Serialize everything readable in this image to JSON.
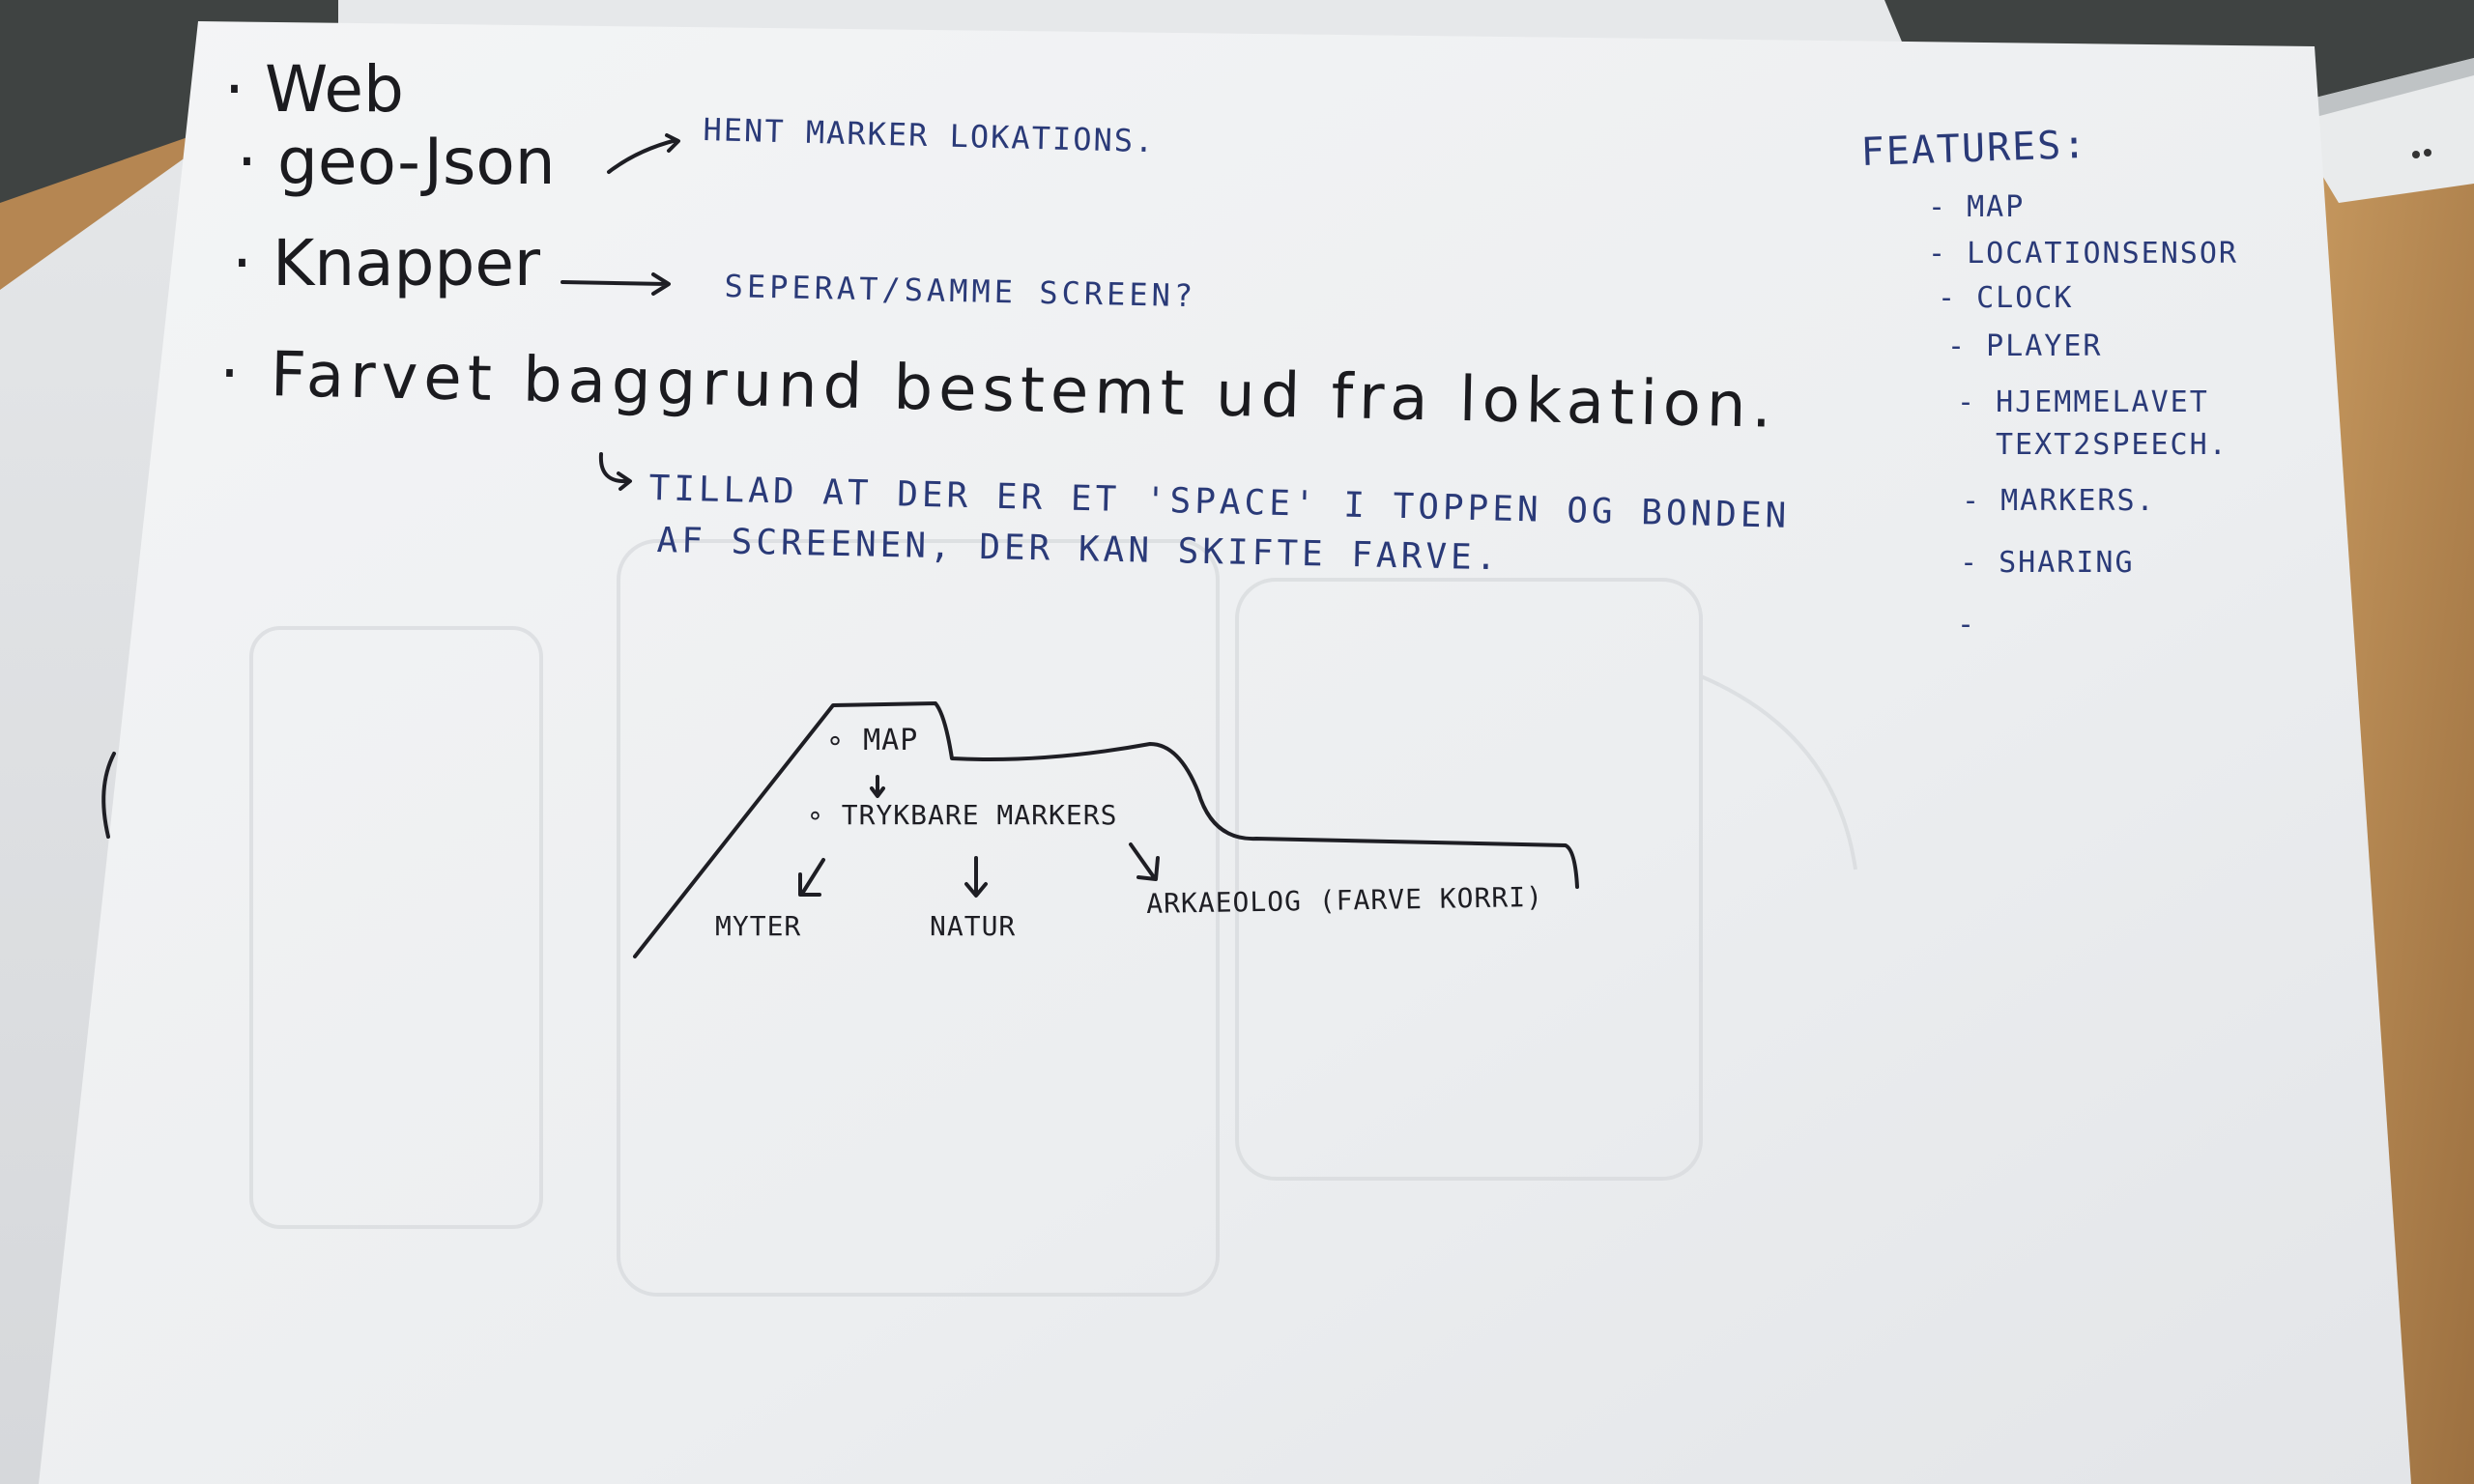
{
  "notes": {
    "bullets": [
      {
        "bullet": "·",
        "text": "Web"
      },
      {
        "bullet": "·",
        "text": "geo-Json"
      },
      {
        "bullet": "·",
        "text": "Knapper"
      },
      {
        "bullet": "·",
        "text": "Farvet baggrund bestemt ud fra lokation."
      }
    ],
    "annotations": {
      "geojson": "HENT MARKER LOKATIONS.",
      "knapper": "SEPERAT/SAMME SCREEN?",
      "farvet_line1": "TILLAD AT DER ER ET 'SPACE' I TOPPEN OG BONDEN",
      "farvet_line2": "AF SCREENEN, DER KAN SKIFTE FARVE."
    },
    "margin_mark": "("
  },
  "features": {
    "title": "FEATURES:",
    "items": [
      "- MAP",
      "- LOCATIONSENSOR",
      "- CLOCK",
      "- PLAYER",
      "- HJEMMELAVET",
      "TEXT2SPEECH.",
      "- MARKERS.",
      "- SHARING",
      "-"
    ]
  },
  "sketch": {
    "map_label": "∘ MAP",
    "arrow_down": "↓",
    "markers_label": "∘ TRYKBARE MARKERS",
    "branches": [
      "MYTER",
      "NATUR",
      "ARKAEOLOG (FARVE KORRI)"
    ]
  },
  "colors": {
    "paper": "#f2f3f4",
    "ink_black": "#1b1b1f",
    "ink_blue": "#2a3a78",
    "desk": "#b88a52",
    "background": "#4a4d4c"
  }
}
